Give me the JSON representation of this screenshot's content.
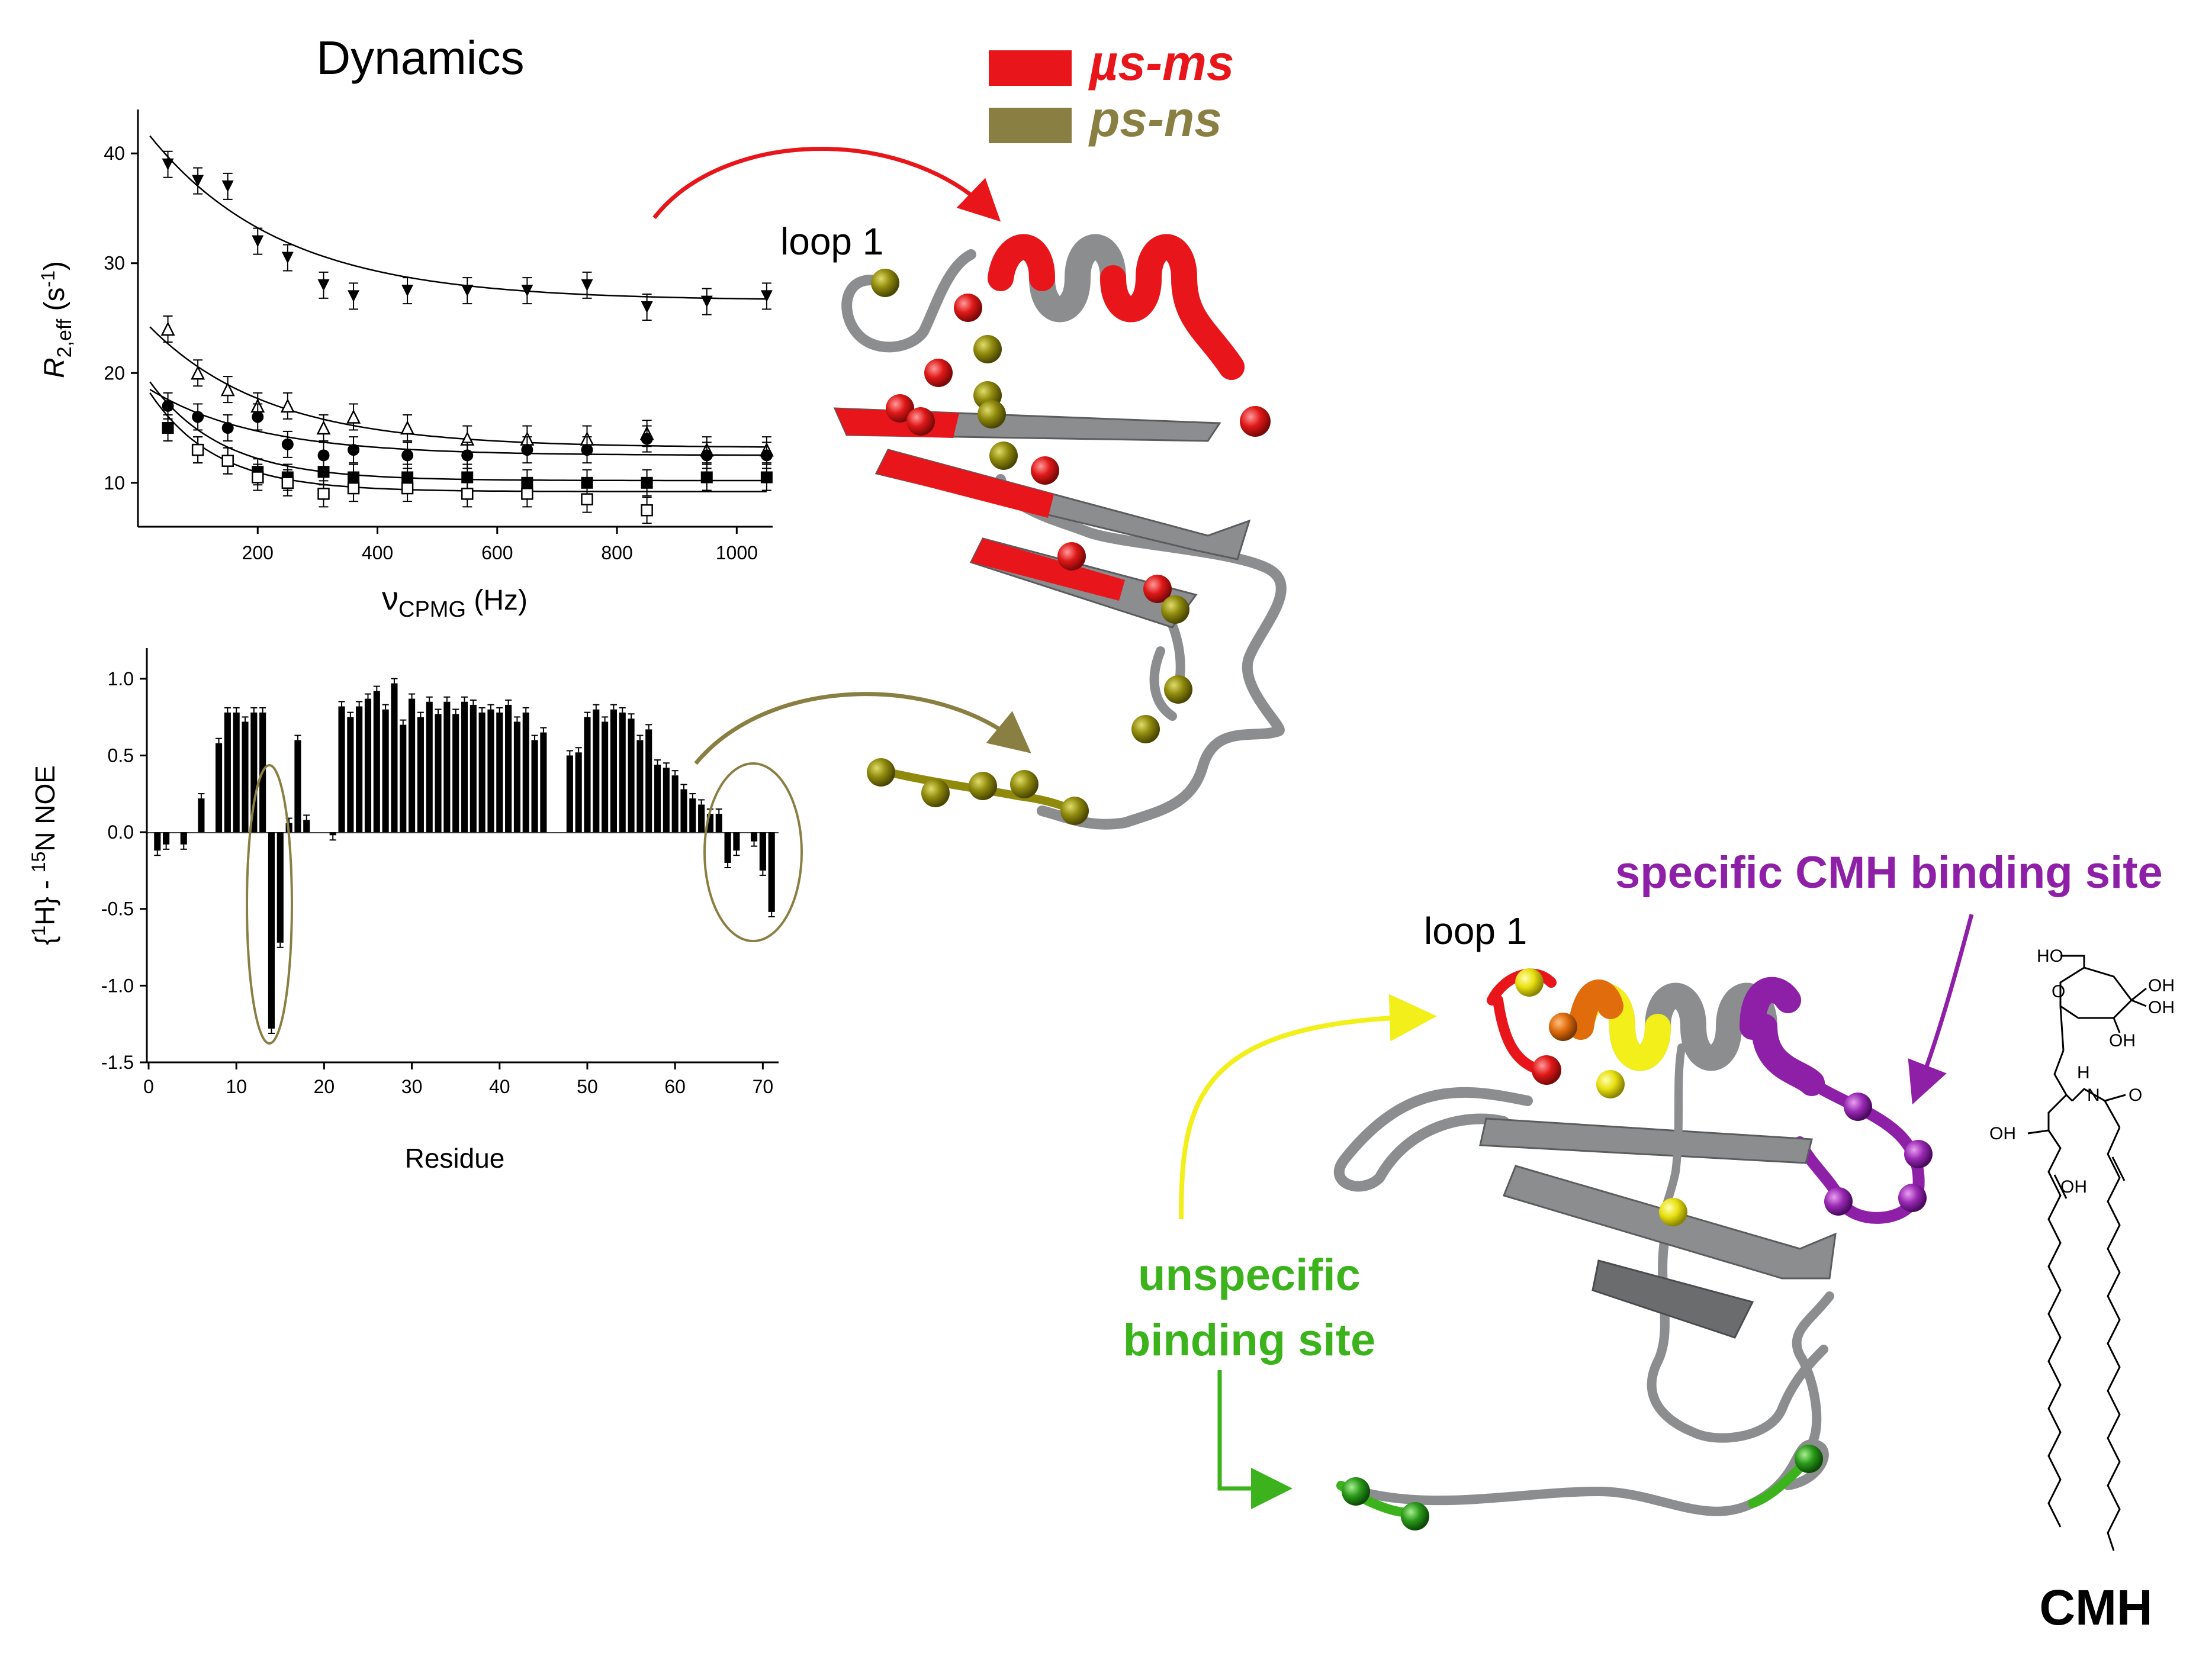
{
  "title": "Dynamics",
  "legend": {
    "items": [
      {
        "label": "µs-ms",
        "color": "#e8161b"
      },
      {
        "label": "ps-ns",
        "color": "#8a7f42"
      }
    ]
  },
  "labels": {
    "loop1_top": "loop 1",
    "loop1_bottom": "loop 1",
    "specific_site": "specific CMH binding site",
    "unspecific_line1": "unspecific",
    "unspecific_line2": "binding site",
    "cmh": "CMH"
  },
  "molecule": {
    "atoms": [
      "HO",
      "O",
      "OH",
      "OH",
      "OH",
      "H",
      "N",
      "O",
      "OH",
      "OH"
    ]
  },
  "colors": {
    "red": "#e8161b",
    "olive": "#8a7f42",
    "olive_sphere": "#8f8a0c",
    "purple": "#8e20a8",
    "green": "#3cb31c",
    "yellow": "#f2ef1a",
    "gray": "#8b8d8f"
  },
  "chart_data": [
    {
      "type": "scatter",
      "title": "",
      "xlabel": "νCPMG (Hz)",
      "ylabel": "R2,eff (s-1)",
      "xlim": [
        0,
        1060
      ],
      "ylim": [
        6,
        44
      ],
      "xticks": [
        200,
        400,
        600,
        800,
        1000
      ],
      "yticks": [
        10,
        20,
        30,
        40
      ],
      "grid": false,
      "series": [
        {
          "marker": "triangle-down",
          "x": [
            50,
            100,
            150,
            200,
            250,
            310,
            360,
            450,
            550,
            650,
            750,
            850,
            950,
            1050
          ],
          "y": [
            39,
            37.5,
            37,
            32,
            30.5,
            28,
            27,
            27.5,
            27.5,
            27.5,
            28,
            26,
            26.5,
            27
          ]
        },
        {
          "marker": "triangle-open",
          "x": [
            50,
            100,
            150,
            200,
            250,
            310,
            360,
            450,
            550,
            650,
            750,
            850,
            950,
            1050
          ],
          "y": [
            24,
            20,
            18.5,
            17,
            17,
            15,
            16,
            15,
            14,
            14,
            14,
            14.5,
            13,
            13
          ]
        },
        {
          "marker": "circle-filled",
          "x": [
            50,
            100,
            150,
            200,
            250,
            310,
            360,
            450,
            550,
            650,
            750,
            850,
            950,
            1050
          ],
          "y": [
            17,
            16,
            15,
            16,
            13.5,
            12.5,
            13,
            12.5,
            12.5,
            13,
            13,
            14,
            12.5,
            12.5
          ]
        },
        {
          "marker": "square-filled",
          "x": [
            50,
            100,
            150,
            200,
            250,
            310,
            360,
            450,
            550,
            650,
            750,
            850,
            950,
            1050
          ],
          "y": [
            15,
            13,
            12,
            11,
            10.5,
            11,
            10.5,
            10.5,
            10.5,
            10,
            10,
            10,
            10.5,
            10.5
          ]
        },
        {
          "marker": "square-open",
          "x": [
            100,
            150,
            200,
            250,
            310,
            360,
            450,
            550,
            650,
            750,
            850
          ],
          "y": [
            13,
            12,
            10.5,
            10,
            9,
            9.5,
            9.5,
            9,
            9,
            8.5,
            7.5
          ]
        }
      ]
    },
    {
      "type": "bar",
      "title": "",
      "xlabel": "Residue",
      "ylabel": "{1H} - 15N NOE",
      "xlim": [
        0,
        72
      ],
      "ylim": [
        -1.5,
        1.2
      ],
      "xticks": [
        0,
        10,
        20,
        30,
        40,
        50,
        60,
        70
      ],
      "yticks": [
        1.0,
        0.5,
        0.0,
        -0.5,
        -1.0,
        -1.5
      ],
      "grid": false,
      "x": [
        1,
        2,
        3,
        4,
        5,
        6,
        7,
        8,
        9,
        10,
        11,
        12,
        13,
        14,
        15,
        16,
        17,
        18,
        19,
        20,
        21,
        22,
        23,
        24,
        25,
        26,
        27,
        28,
        29,
        30,
        31,
        32,
        33,
        34,
        35,
        36,
        37,
        38,
        39,
        40,
        41,
        42,
        43,
        44,
        45,
        46,
        47,
        48,
        49,
        50,
        51,
        52,
        53,
        54,
        55,
        56,
        57,
        58,
        59,
        60,
        61,
        62,
        63,
        64,
        65,
        66,
        67,
        68,
        69,
        70,
        71,
        72
      ],
      "values": [
        -0.12,
        -0.08,
        0,
        -0.08,
        0,
        0.22,
        0,
        0.58,
        0.78,
        0.78,
        0.72,
        0.78,
        0.78,
        -1.28,
        -0.72,
        0.06,
        0.6,
        0.08,
        0,
        0,
        -0.02,
        0.82,
        0.75,
        0.82,
        0.87,
        0.92,
        0.8,
        0.97,
        0.7,
        0.87,
        0.75,
        0.85,
        0.77,
        0.85,
        0.77,
        0.85,
        0.83,
        0.78,
        0.8,
        0.78,
        0.83,
        0.72,
        0.78,
        0.6,
        0.65,
        0,
        0,
        0.5,
        0.52,
        0.75,
        0.8,
        0.72,
        0.8,
        0.78,
        0.74,
        0.6,
        0.67,
        0.44,
        0.42,
        0.37,
        0.28,
        0.22,
        0.18,
        0.12,
        0.12,
        -0.2,
        -0.12,
        0,
        -0.06,
        -0.25,
        -0.52,
        0
      ]
    }
  ]
}
